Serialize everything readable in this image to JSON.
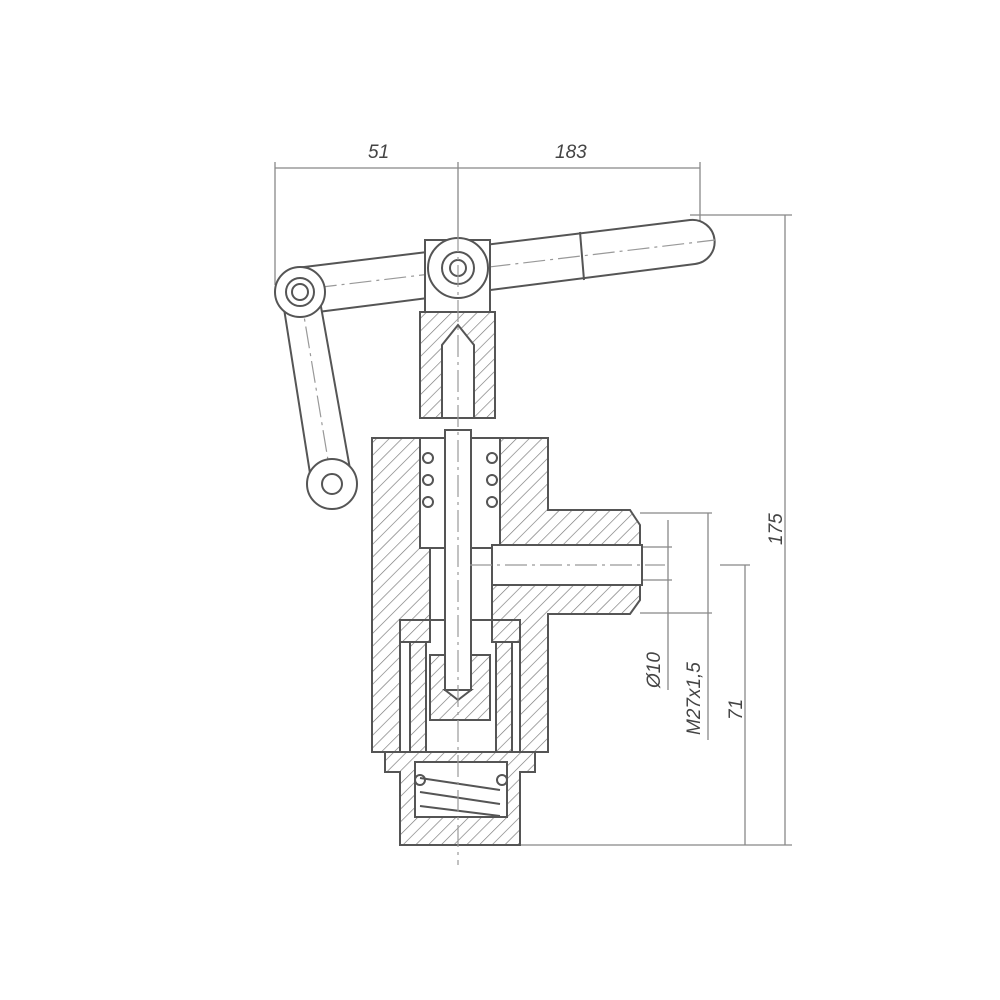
{
  "drawing": {
    "title": "Hand lever pump sectional drawing",
    "dimensions": {
      "lever_left": "51",
      "lever_right": "183",
      "total_height": "175",
      "outlet_height": "71",
      "bore_diameter": "Ø10",
      "thread": "M27x1,5"
    },
    "colors": {
      "line": "#555555",
      "background": "#ffffff"
    }
  }
}
